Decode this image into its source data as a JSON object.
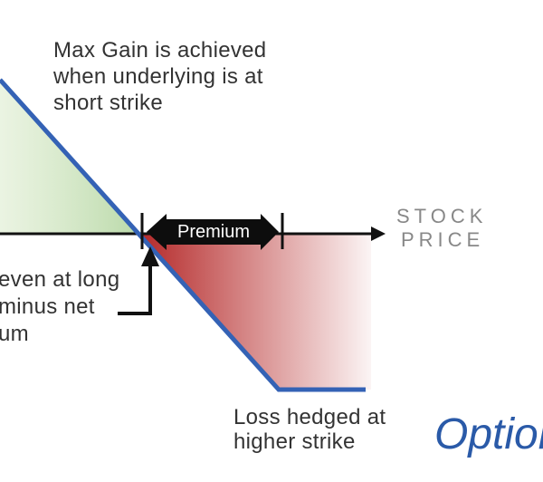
{
  "annotations": {
    "max_gain": [
      "Max Gain is achieved",
      "when underlying is at",
      "short strike"
    ],
    "breakeven": [
      "even at long",
      "minus net",
      "um"
    ],
    "loss": [
      "Loss hedged at",
      "higher strike"
    ],
    "premium": "Premium",
    "axis": [
      "STOCK",
      "PRICE"
    ]
  },
  "brand": {
    "text": "Option"
  },
  "colors": {
    "payoff_line": "#3462b5",
    "gain_fill": "#b9d9a8",
    "loss_fill": "#b52a2a",
    "axis": "#111111",
    "brand": "#2a5aa8"
  }
}
